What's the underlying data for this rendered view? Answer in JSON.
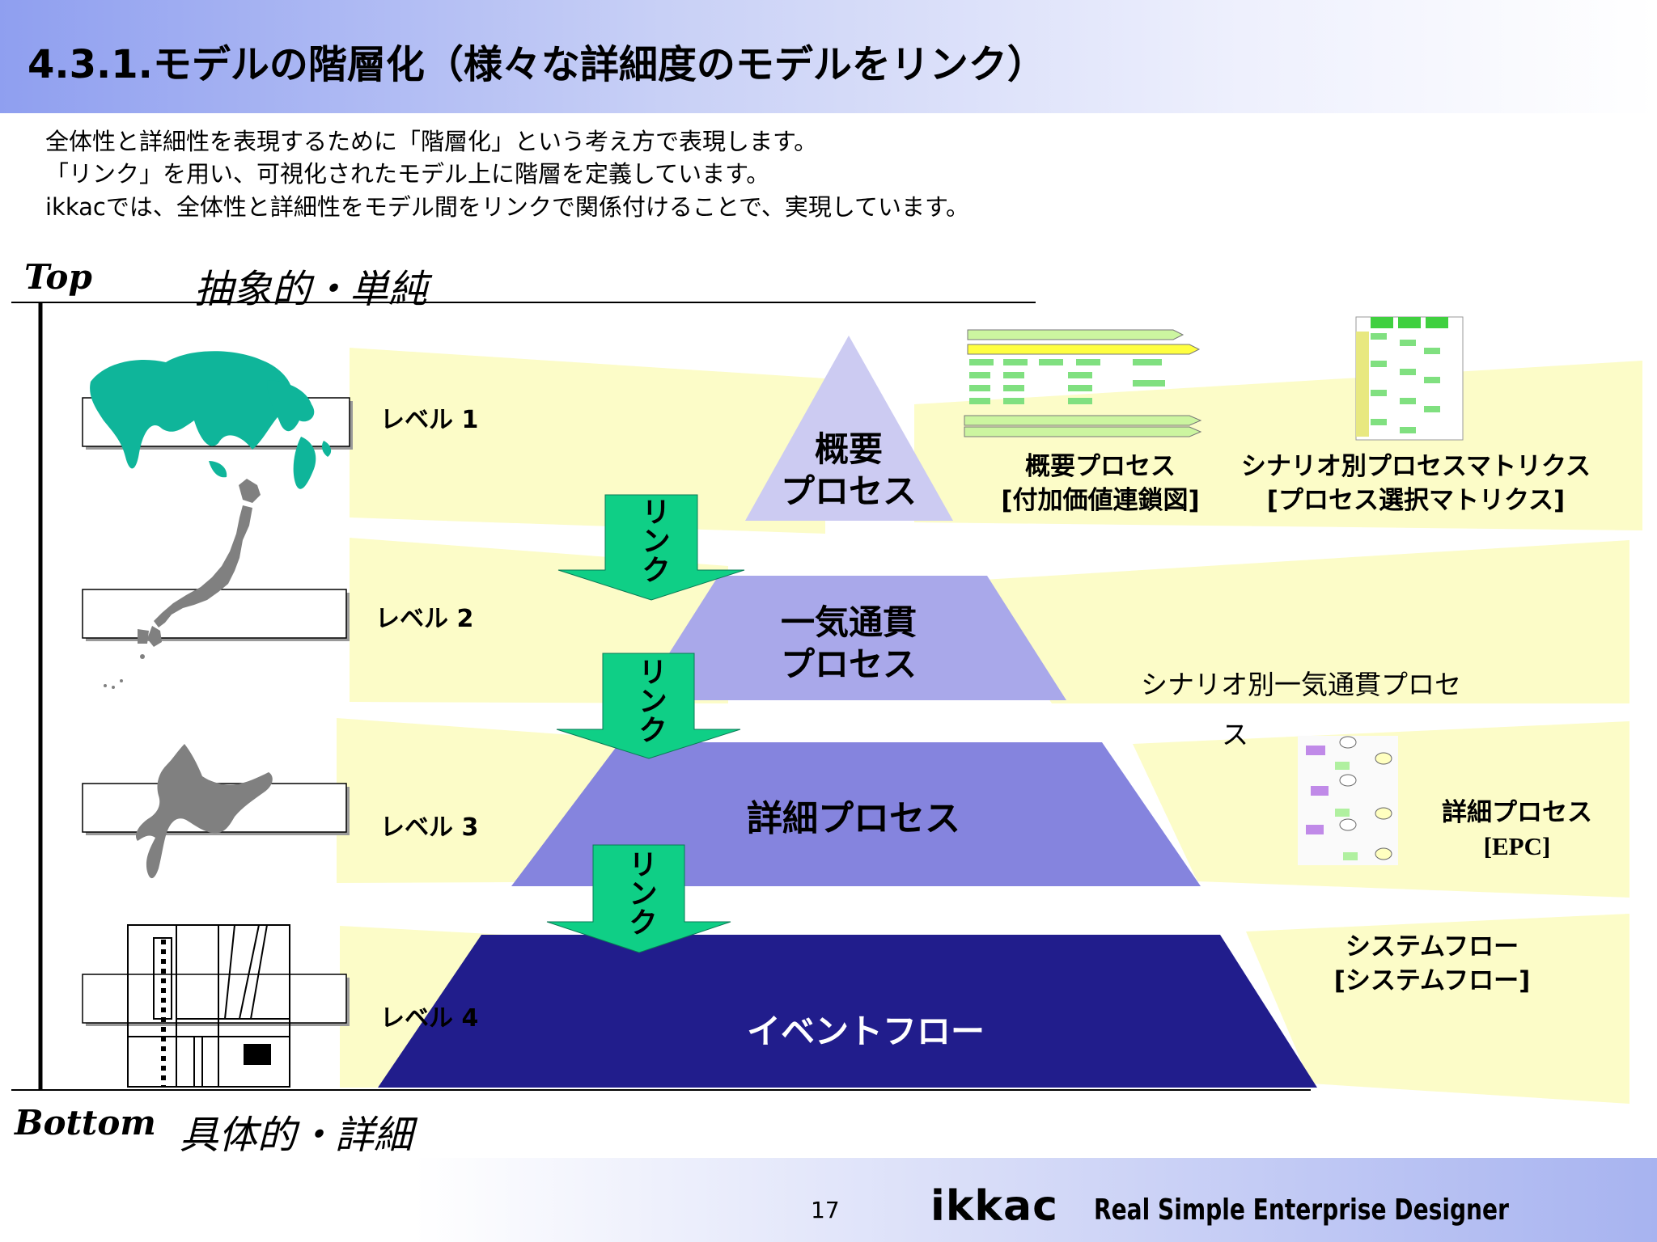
{
  "title": "4.3.1.モデルの階層化（様々な詳細度のモデルをリンク）",
  "intro": [
    "全体性と詳細性を表現するために「階層化」という考え方で表現します。",
    "「リンク」を用い、可視化されたモデル上に階層を定義しています。",
    "ikkacでは、全体性と詳細性をモデル間をリンクで関係付けることで、実現しています。"
  ],
  "axis": {
    "top_label": "Top",
    "top_desc": "抽象的・単純",
    "bottom_label": "Bottom",
    "bottom_desc": "具体的・詳細"
  },
  "levels": [
    "レベル 1",
    "レベル  2",
    "レベル 3",
    "レベル 4"
  ],
  "pyramid": {
    "tier1": [
      "概要",
      "プロセス"
    ],
    "tier2": [
      "一気通貫",
      "プロセス"
    ],
    "tier3": "詳細プロセス",
    "tier4": "イベントフロー",
    "link_label": "リンク",
    "colors": {
      "tier1": "#cccbf2",
      "tier2": "#a9a8ea",
      "tier3": "#8584de",
      "tier4": "#211d8c",
      "arrow": "#0fcf86"
    }
  },
  "descriptions": {
    "overview": [
      "概要プロセス",
      "[付加価値連鎖図]"
    ],
    "matrix": [
      "シナリオ別プロセスマトリクス",
      "[プロセス選択マトリクス]"
    ],
    "e2e": [
      "シナリオ別一気通貫プロセ",
      "ス"
    ],
    "detail": [
      "詳細プロセス",
      "[EPC]"
    ],
    "system": [
      "システムフロー",
      "[システムフロー]"
    ]
  },
  "footer": {
    "page_number": "17",
    "brand": "ikkac",
    "tagline": "Real Simple Enterprise Designer"
  },
  "icons": [
    "world-map-icon",
    "japan-map-icon",
    "hokkaido-map-icon",
    "street-map-icon",
    "whale-logo-icon"
  ]
}
